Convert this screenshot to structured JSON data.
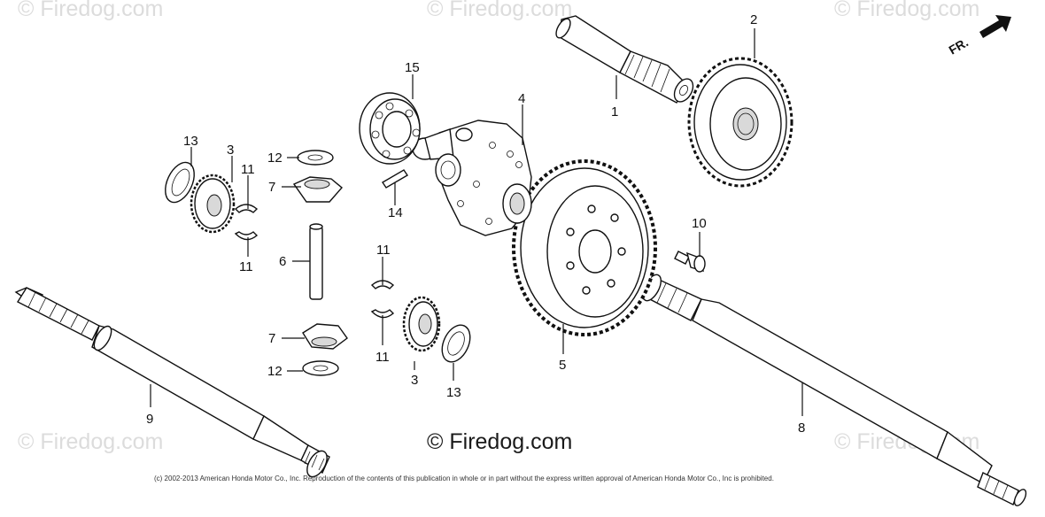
{
  "watermarks": [
    "© Firedog.com",
    "© Firedog.com",
    "© Firedog.com",
    "© Firedog.com",
    "© Firedog.com"
  ],
  "brand": "© Firedog.com",
  "copyright": "(c) 2002-2013 American Honda Motor Co., Inc. Reproduction of the contents of this publication in whole or in part without the express written approval of American Honda Motor Co., Inc is prohibited.",
  "direction_label": "FR.",
  "callouts": [
    "1",
    "2",
    "3",
    "3",
    "4",
    "5",
    "6",
    "7",
    "7",
    "8",
    "9",
    "10",
    "11",
    "11",
    "11",
    "11",
    "12",
    "12",
    "13",
    "13",
    "14",
    "15"
  ]
}
